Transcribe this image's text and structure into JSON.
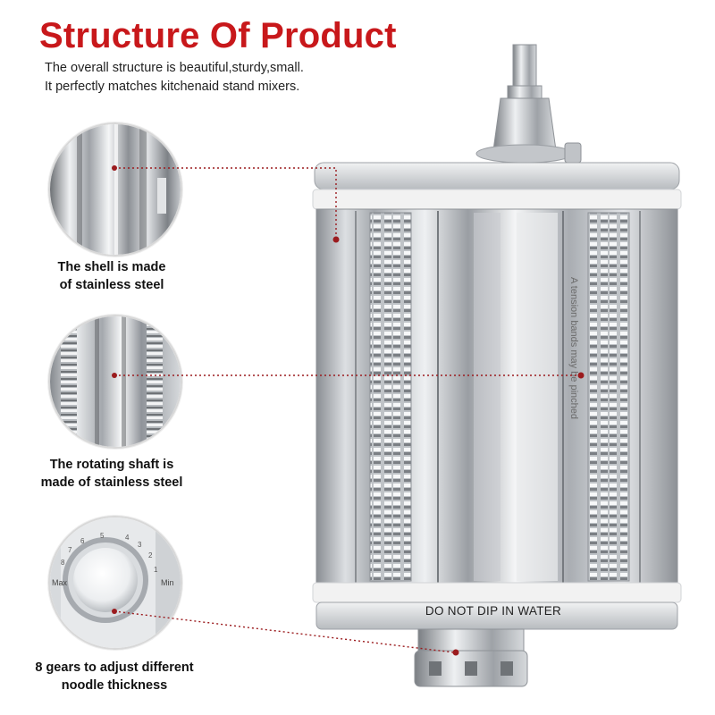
{
  "header": {
    "title": "Structure Of Product",
    "subtitle_line1": "The overall structure is beautiful,sturdy,small.",
    "subtitle_line2": "It perfectly matches kitchenaid stand mixers."
  },
  "callouts": [
    {
      "caption_line1": "The shell is made",
      "caption_line2": "of stainless steel"
    },
    {
      "caption_line1": "The rotating shaft is",
      "caption_line2": "made of stainless steel"
    },
    {
      "caption_line1": "8 gears to adjust different",
      "caption_line2": "noodle thickness"
    }
  ],
  "dial": {
    "max_label": "Max",
    "min_label": "Min",
    "numbers": [
      "1",
      "2",
      "3",
      "4",
      "5",
      "6",
      "7",
      "8"
    ]
  },
  "product": {
    "warning_label": "DO NOT DIP IN WATER",
    "side_engraving": "A tension bands may be pinched"
  },
  "colors": {
    "title": "#c8181b",
    "leader_line": "#9b1b1e",
    "steel": "#c9ccd0",
    "band": "#f2f2f2"
  }
}
